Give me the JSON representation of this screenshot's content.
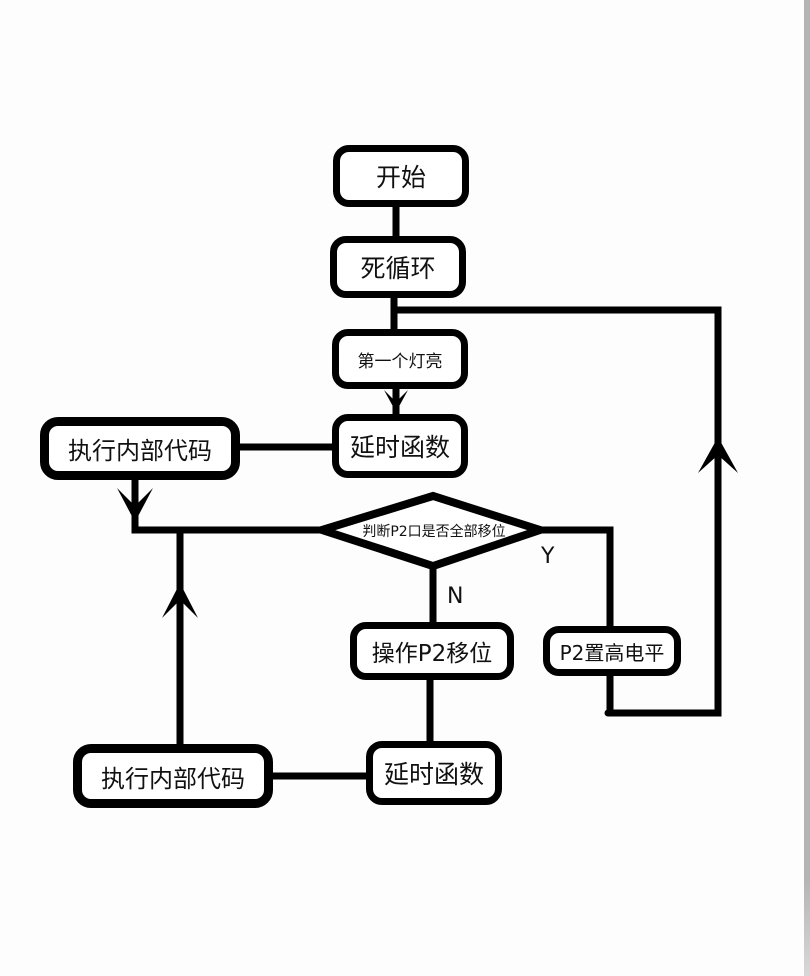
{
  "diagram": {
    "type": "flowchart",
    "nodes": {
      "start": "开始",
      "loop": "死循环",
      "first_light": "第一个灯亮",
      "delay_1": "延时函数",
      "exec_internal_1": "执行内部代码",
      "decision": "判断P2口是否全部移位",
      "shift_p2": "操作P2移位",
      "set_p2_high": "P2置高电平",
      "delay_2": "延时函数",
      "exec_internal_2": "执行内部代码"
    },
    "edge_labels": {
      "yes": "Y",
      "no": "N"
    },
    "edges": [
      {
        "from": "start",
        "to": "loop"
      },
      {
        "from": "loop",
        "to": "first_light"
      },
      {
        "from": "first_light",
        "to": "delay_1"
      },
      {
        "from": "delay_1",
        "to": "exec_internal_1"
      },
      {
        "from": "exec_internal_1",
        "to": "decision"
      },
      {
        "from": "decision",
        "to": "shift_p2",
        "label": "N"
      },
      {
        "from": "decision",
        "to": "set_p2_high",
        "label": "Y"
      },
      {
        "from": "shift_p2",
        "to": "delay_2"
      },
      {
        "from": "delay_2",
        "to": "exec_internal_2"
      },
      {
        "from": "exec_internal_2",
        "to": "decision"
      },
      {
        "from": "set_p2_high",
        "to": "first_light"
      }
    ],
    "colors": {
      "stroke": "#000000",
      "node_fill": "#ffffff",
      "background": "#fdfdfd"
    }
  }
}
